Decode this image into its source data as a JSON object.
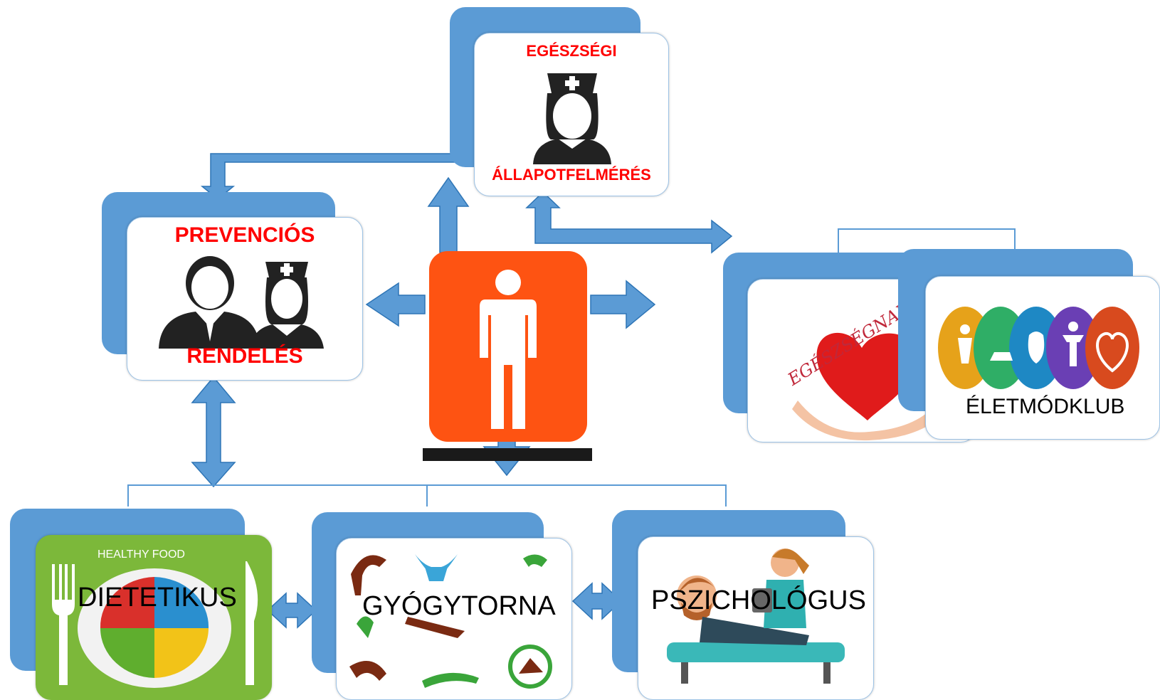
{
  "colors": {
    "accent_blue": "#5b9bd5",
    "label_red": "#ff0000",
    "person_orange": "#fe5312"
  },
  "nodes": {
    "egeszsegi": {
      "top": "EGÉSZSÉGI",
      "bottom": "ÁLLAPOTFELMÉRÉS",
      "icon": "nurse-icon"
    },
    "prevencios": {
      "top": "PREVENCIÓS",
      "bottom": "RENDELÉS",
      "icon": "doctor-nurse-icon"
    },
    "center": {
      "icon": "person-icon"
    },
    "egeszsegnap": {
      "script_text": "EGÉSZSÉGNAP",
      "icon": "heart-in-hand-icon"
    },
    "eletmodklub": {
      "label": "ÉLETMÓDKLUB",
      "icon": "lifestyle-circles-icon"
    },
    "dietetikus": {
      "label": "DIETETIKUS",
      "sub": "HEALTHY FOOD",
      "icon": "healthy-plate-icon"
    },
    "gyogytorna": {
      "label": "GYÓGYTORNA",
      "icon": "exercise-figures-icon"
    },
    "pszichologus": {
      "label": "PSZICHOLÓGUS",
      "icon": "therapy-session-icon"
    }
  }
}
